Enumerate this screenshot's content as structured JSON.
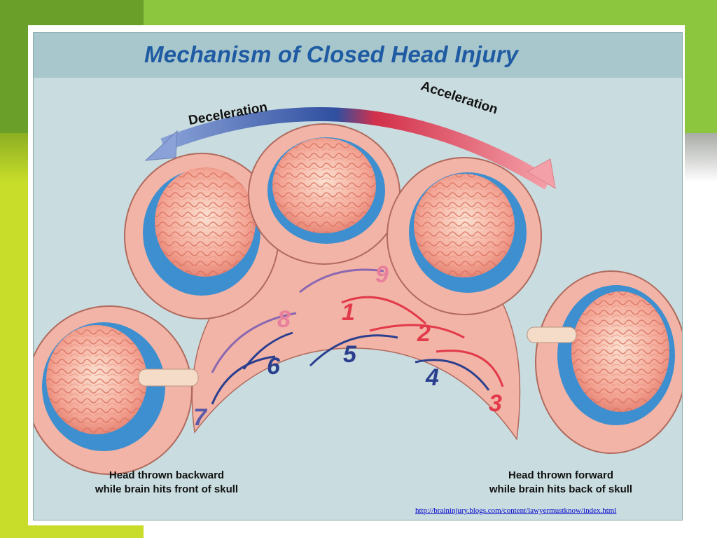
{
  "slide": {
    "title": "Mechanism of Closed Head Injury",
    "arrow_labels": {
      "deceleration": "Deceleration",
      "acceleration": "Acceleration"
    },
    "sequence_numbers": [
      "1",
      "2",
      "3",
      "4",
      "5",
      "6",
      "7",
      "8",
      "9"
    ],
    "captions": {
      "left_line1": "Head thrown backward",
      "left_line2": "while brain hits front of skull",
      "right_line1": "Head thrown forward",
      "right_line2": "while brain hits back of skull"
    },
    "source_link": "http://braininjury.blogs.com/content/lawyermustknow/index.html"
  },
  "colors": {
    "title": "#1f5ba3",
    "skin": "#f2b4a6",
    "brain": "#f3a596",
    "csf": "#3d8fd0",
    "red_arrow": "#e23a4a",
    "blue_arrow": "#2b3f8f",
    "pink_number": "#e87f9c"
  }
}
